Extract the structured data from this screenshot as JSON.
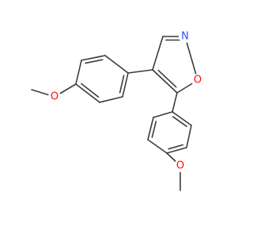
{
  "molecule": {
    "colors": {
      "bond": "#3c3c3c",
      "oxygen": "#ff0d0d",
      "nitrogen": "#3050f8",
      "background": "#ffffff"
    },
    "atoms": {
      "n_isoxazole": {
        "element": "N",
        "label": "N"
      },
      "o_isoxazole": {
        "element": "O",
        "label": "O"
      },
      "o_methoxy_left": {
        "element": "O",
        "label": "O"
      },
      "o_methoxy_bottom": {
        "element": "O",
        "label": "O"
      }
    }
  }
}
